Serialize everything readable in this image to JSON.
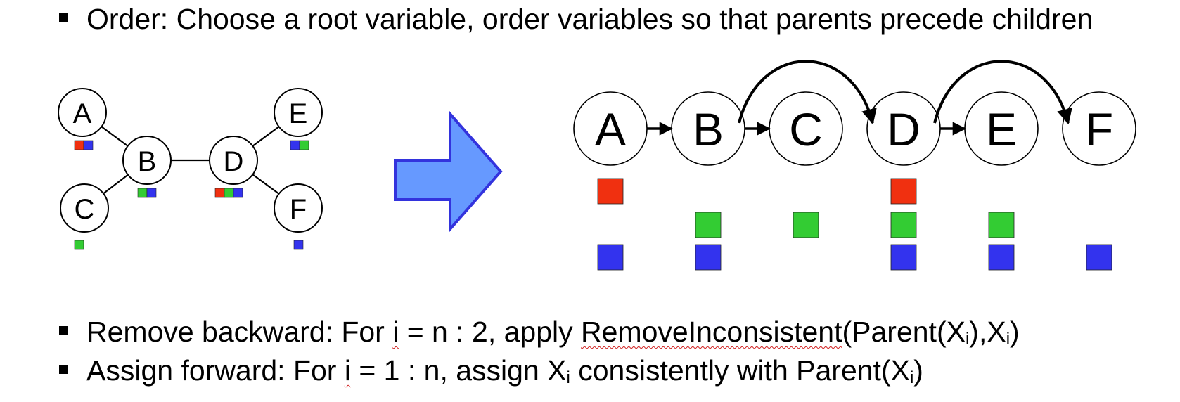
{
  "bullets": {
    "order": "Order: Choose a root variable, order variables so that parents precede children",
    "remove": {
      "prefix": "Remove backward: For ",
      "i": "i",
      "range": " = n : 2, apply ",
      "fn": "RemoveInconsistent",
      "args_open": "(Parent(X",
      "sub1": "i",
      "args_mid": "),X",
      "sub2": "i",
      "args_close": ")"
    },
    "assign": {
      "prefix": "Assign forward: For ",
      "i": "i",
      "range": " = 1 : n, assign X",
      "sub1": "i",
      "mid": " consistently with Parent(X",
      "sub2": "i",
      "close": ")"
    }
  },
  "colors": {
    "red": "#f03010",
    "green": "#33cc33",
    "blue": "#3333ee",
    "arrow_fill": "#6699ff",
    "arrow_stroke": "#3333dd"
  },
  "tree": {
    "nodes": [
      {
        "label": "A",
        "domain": [
          "red",
          "blue"
        ]
      },
      {
        "label": "B",
        "domain": [
          "green",
          "blue"
        ]
      },
      {
        "label": "C",
        "domain": [
          "green"
        ]
      },
      {
        "label": "D",
        "domain": [
          "red",
          "green",
          "blue"
        ]
      },
      {
        "label": "E",
        "domain": [
          "blue",
          "green"
        ]
      },
      {
        "label": "F",
        "domain": [
          "blue"
        ]
      }
    ],
    "edges": [
      [
        "A",
        "B"
      ],
      [
        "C",
        "B"
      ],
      [
        "B",
        "D"
      ],
      [
        "D",
        "E"
      ],
      [
        "D",
        "F"
      ]
    ]
  },
  "chain": {
    "nodes": [
      {
        "label": "A",
        "domain": [
          "red",
          "blue"
        ]
      },
      {
        "label": "B",
        "domain": [
          "green",
          "blue"
        ]
      },
      {
        "label": "C",
        "domain": [
          "green"
        ]
      },
      {
        "label": "D",
        "domain": [
          "red",
          "green",
          "blue"
        ]
      },
      {
        "label": "E",
        "domain": [
          "green",
          "blue"
        ]
      },
      {
        "label": "F",
        "domain": [
          "blue"
        ]
      }
    ],
    "arcs": [
      [
        "A",
        "B"
      ],
      [
        "B",
        "C"
      ],
      [
        "B",
        "D"
      ],
      [
        "D",
        "E"
      ],
      [
        "D",
        "F"
      ]
    ]
  }
}
